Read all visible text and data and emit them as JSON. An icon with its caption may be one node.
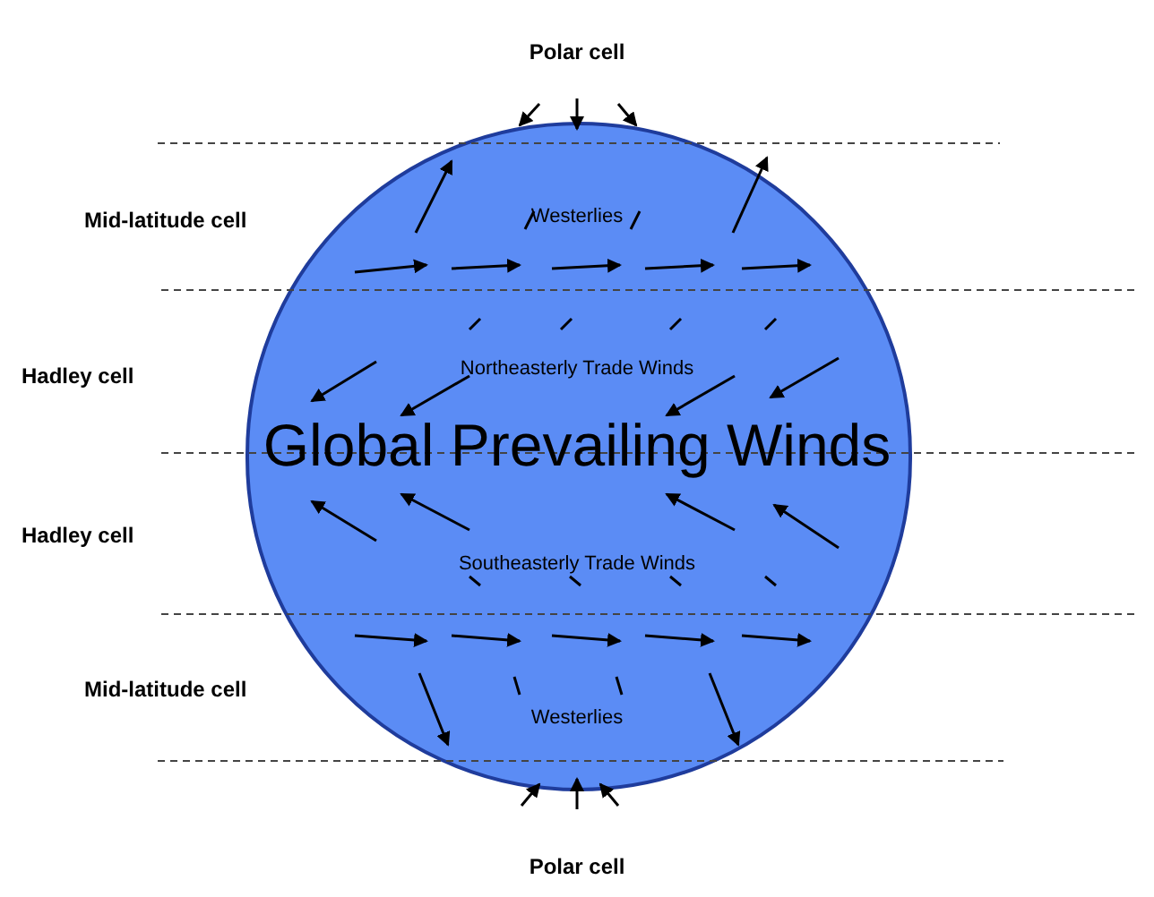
{
  "diagram": {
    "title": "Global Prevailing Winds",
    "nodes": [
      {
        "text": [],
        "shape": "circle"
      }
    ],
    "labels": [
      "Polar cell",
      "Mid-latitude cell",
      "Westerlies",
      "Hadley cell",
      "Northeasterly Trade Winds",
      "Hadley cell",
      "Southeasterly Trade Winds",
      "Mid-latitude cell",
      "Westerlies",
      "Polar cell"
    ]
  }
}
